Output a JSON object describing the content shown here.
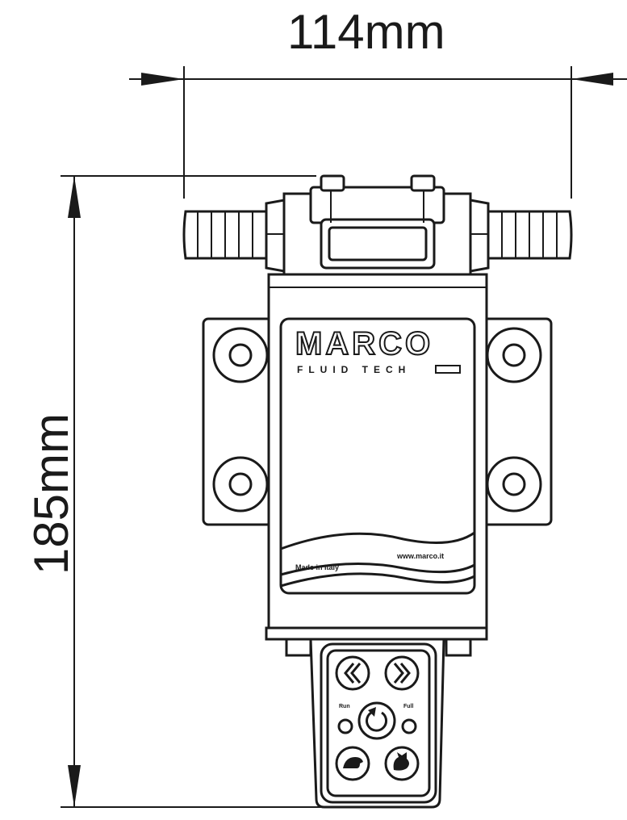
{
  "dimensions": {
    "width_label": "114mm",
    "height_label": "185mm"
  },
  "product": {
    "brand": "MARCO",
    "brand_sub": "FLUID TECH",
    "made_in": "Made in Italy",
    "website": "www.marco.it"
  },
  "control_panel": {
    "led_left_label": "Run",
    "led_right_label": "Full",
    "buttons": [
      "rewind",
      "forward",
      "cycle",
      "slow-turtle",
      "fast-rabbit"
    ]
  }
}
